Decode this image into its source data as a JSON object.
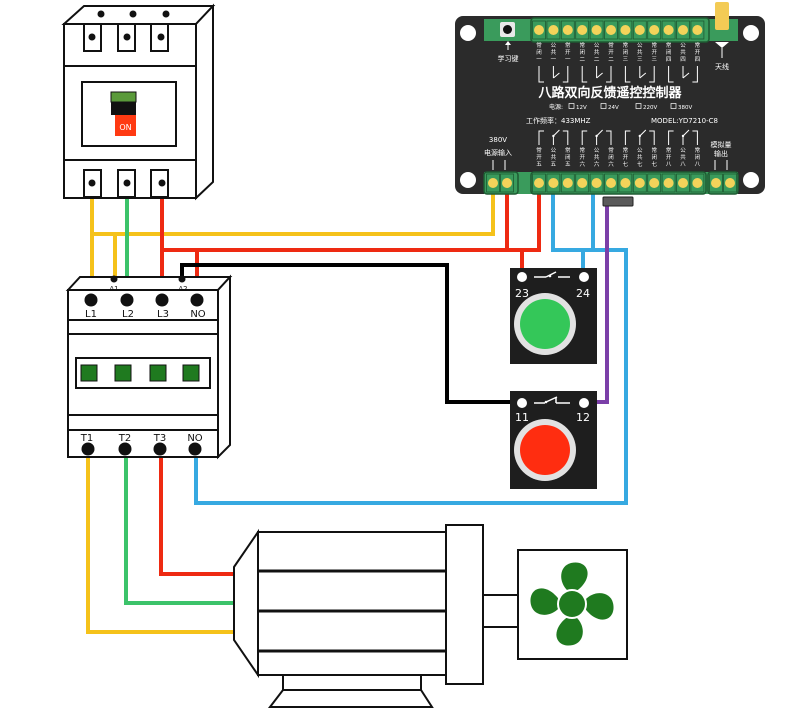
{
  "diagram": {
    "title": "Eight-channel bidirectional feedback remote controller motor wiring",
    "colors": {
      "wire_yellow": "#f5c21a",
      "wire_green": "#3cc36a",
      "wire_red": "#ee2a12",
      "wire_blue": "#36a9e1",
      "wire_purple": "#7b3fa8",
      "wire_black": "#000000",
      "controller_body": "#2b2b2b",
      "terminal_green": "#3a9b5c",
      "terminal_yellow": "#f3d35a",
      "start_button": "#34c759",
      "stop_button": "#ff2d10",
      "fan_green": "#1f7a1f",
      "breaker_on": "#ff3a12",
      "breaker_handle": "#5a9a3a"
    },
    "breaker": {
      "switch_label": "ON"
    },
    "contactor": {
      "coil_terminals": [
        "A1",
        "A2"
      ],
      "top_terminals": [
        "L1",
        "L2",
        "L3",
        "NO"
      ],
      "bottom_terminals": [
        "T1",
        "T2",
        "T3",
        "NO"
      ]
    },
    "controller": {
      "title": "八路双向反馈遥控控制器",
      "learn_key": "学习键",
      "antenna": "天线",
      "power_label": "电源:",
      "power_options": [
        "12V",
        "24V",
        "220V",
        "380V"
      ],
      "frequency": "工作频率：433MHZ",
      "model": "MODEL:YD7210-C8",
      "power_input_voltage": "380V",
      "power_input_label": "电源输入",
      "analog_output_label": "模拟量输出",
      "top_channels": [
        {
          "nc": "常闭一",
          "com": "公共一",
          "no": "常开一"
        },
        {
          "nc": "常闭二",
          "com": "公共二",
          "no": "常开二"
        },
        {
          "nc": "常闭三",
          "com": "公共三",
          "no": "常开三"
        },
        {
          "nc": "常闭四",
          "com": "公共四",
          "no": "常开四"
        }
      ],
      "bottom_channels": [
        {
          "no": "常开五",
          "com": "公共五",
          "nc": "常闭五"
        },
        {
          "no": "常开六",
          "com": "公共六",
          "nc": "常闭六"
        },
        {
          "no": "常开七",
          "com": "公共七",
          "nc": "常闭七"
        },
        {
          "no": "常开八",
          "com": "公共八",
          "nc": "常闭八"
        }
      ]
    },
    "start_button": {
      "left_terminal": "23",
      "right_terminal": "24",
      "contact_type": "normally-open"
    },
    "stop_button": {
      "left_terminal": "11",
      "right_terminal": "12",
      "contact_type": "normally-closed"
    },
    "motor": {
      "load": "fan-icon"
    }
  }
}
